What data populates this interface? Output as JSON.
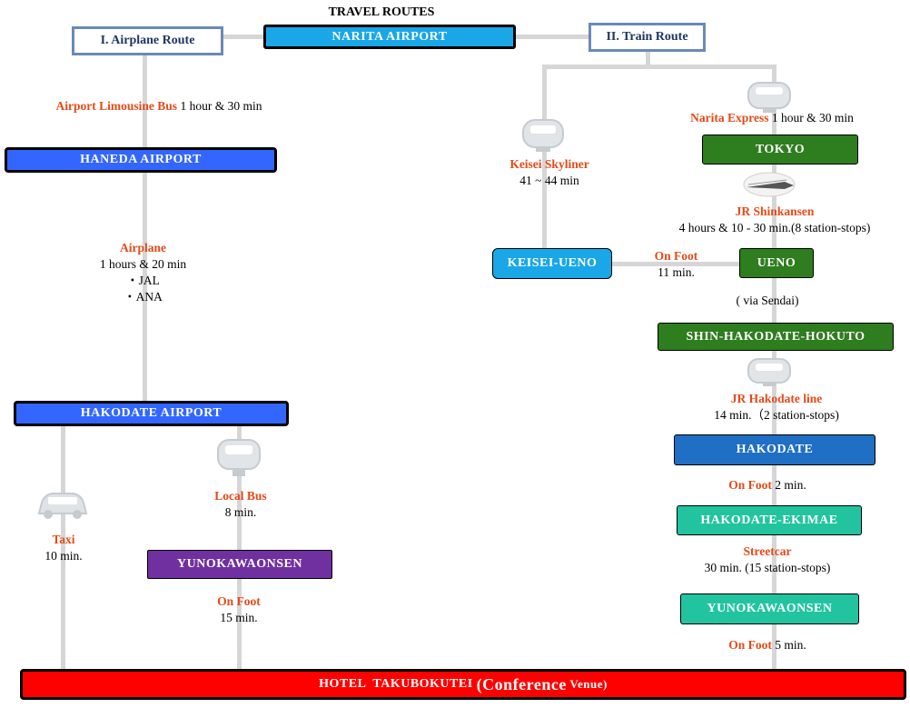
{
  "title": "TRAVEL ROUTES",
  "origin": "NARITA AIRPORT",
  "routes": {
    "airplane": "I. Airplane Route",
    "train": "II. Train Route"
  },
  "airplane_route": {
    "limousine": {
      "mode": "Airport Limousine Bus",
      "time": "1 hour  & 30 min"
    },
    "haneda": "HANEDA AIRPORT",
    "flight": {
      "mode": "Airplane",
      "time": "1 hours & 20 min",
      "airline1": "・JAL",
      "airline2": "・ANA"
    },
    "hakodate_airport": "HAKODATE  AIRPORT",
    "taxi": {
      "mode": "Taxi",
      "time": "10 min."
    },
    "local_bus": {
      "mode": "Local Bus",
      "time": "8 min."
    },
    "yunokawa": "YUNOKAWAONSEN",
    "walk": {
      "mode": "On Foot",
      "time": "15 min."
    }
  },
  "train_route": {
    "skyliner": {
      "mode": "Keisei Skyliner",
      "time": "41 ~ 44 min"
    },
    "keisei_ueno": "KEISEI-UENO",
    "walk_ueno": {
      "mode": "On Foot",
      "time": "11 min."
    },
    "nex": {
      "mode": "Narita Express",
      "time": "1 hour & 30 min"
    },
    "tokyo": "TOKYO",
    "shinkansen": {
      "mode": "JR Shinkansen",
      "time": "4 hours & 10 - 30 min.(8 station-stops)"
    },
    "ueno": "UENO",
    "via": "( via Sendai)",
    "shin_hakodate": "SHIN-HAKODATE-HOKUTO",
    "hakodate_line": {
      "mode": "JR Hakodate line",
      "time": "14 min.（2 station-stops)"
    },
    "hakodate": "HAKODATE",
    "walk_ekimae": {
      "mode": "On Foot",
      "time": "2 min."
    },
    "ekimae": "HAKODATE-EKIMAE",
    "streetcar": {
      "mode": "Streetcar",
      "time": "30 min. (15 station-stops)"
    },
    "yunokawa": "YUNOKAWAONSEN",
    "walk_hotel": {
      "mode": "On Foot",
      "time": "5 min."
    }
  },
  "destination": {
    "name": "HOTEL  TAKUBOKUTEI ",
    "emph": "(Conference",
    "suffix": " Venue)"
  },
  "colors": {
    "red_label": "#e64a19",
    "blue_node": "#3366ff",
    "cyan_node": "#1aa7e8",
    "green_node": "#2e7d1f",
    "teal_node": "#22c4a0",
    "purple_node": "#7030a0",
    "hotel_red": "#ff0000",
    "line": "#d6d6d6"
  },
  "icons": [
    "bus-icon",
    "train-icon",
    "shinkansen-icon",
    "car-icon"
  ]
}
